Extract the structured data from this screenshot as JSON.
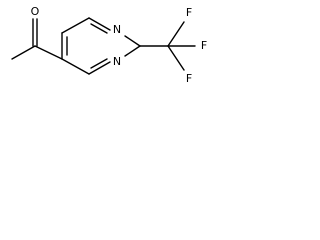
{
  "molecule": {
    "atoms": {
      "carbonyl_oxygen": "O",
      "ring_n1": "N",
      "ring_n3": "N",
      "fluorine_top": "F",
      "fluorine_right": "F",
      "fluorine_bottom": "F"
    },
    "colors": {
      "bond": "#000000",
      "label": "#000000",
      "background": "#ffffff"
    }
  }
}
